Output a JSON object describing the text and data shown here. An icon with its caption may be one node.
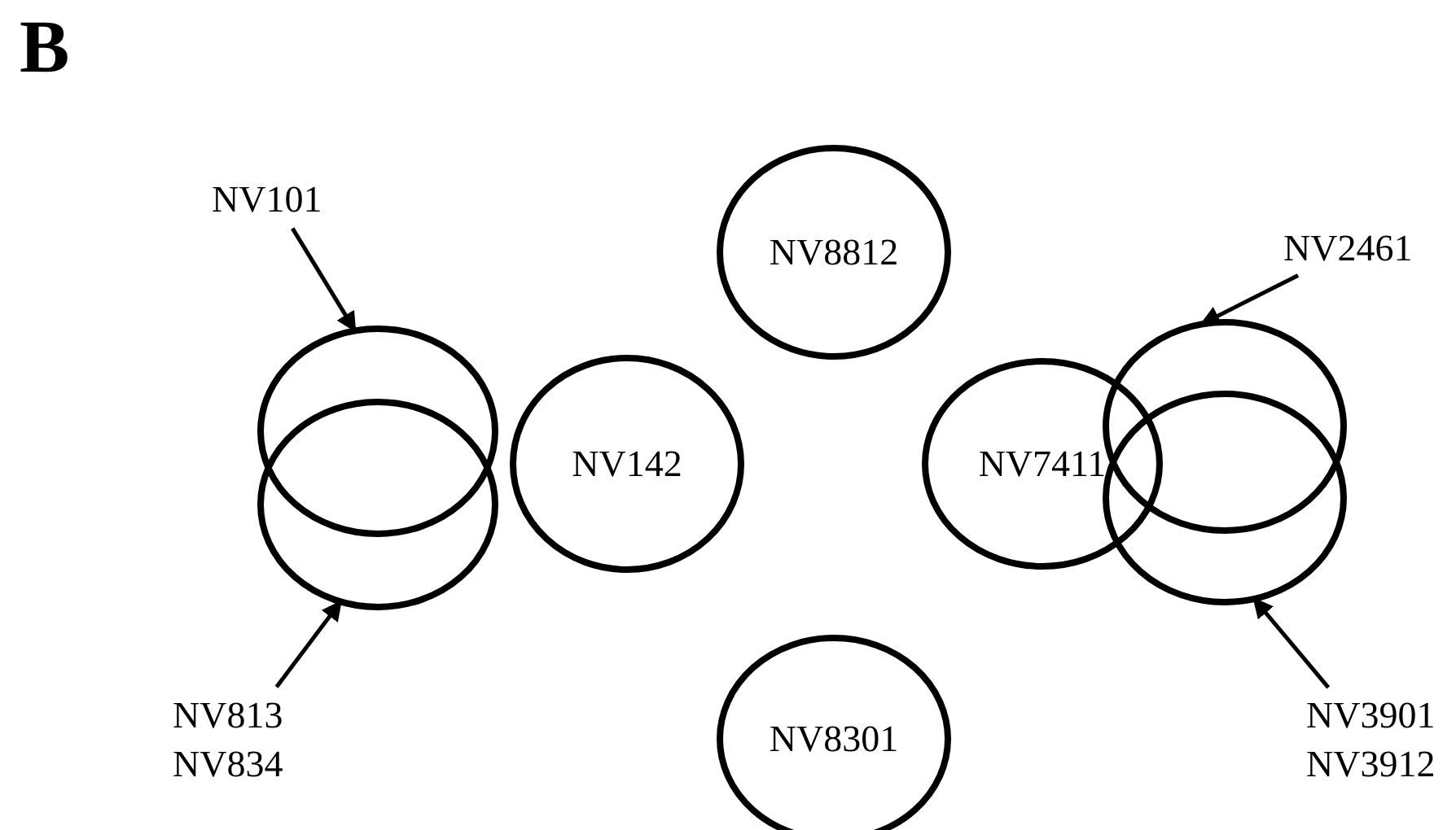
{
  "diagram": {
    "nodes": [
      {
        "text": [
          "NV101"
        ]
      },
      {
        "text": [],
        "shape": "circle"
      },
      {
        "text": [],
        "shape": "circle"
      },
      {
        "text": [
          "NV813 NV834"
        ]
      },
      {
        "text": [
          "NV142"
        ]
      },
      {
        "text": [
          "NV8812"
        ]
      },
      {
        "text": [
          "NV8301"
        ]
      },
      {
        "text": [
          "NV7411"
        ]
      },
      {
        "text": [
          "NV2461"
        ]
      },
      {
        "text": [],
        "shape": "circle"
      },
      {
        "text": [],
        "shape": "circle"
      },
      {
        "text": [
          "NV3901 NV3912"
        ]
      }
    ],
    "edges": [
      {
        "from": 0,
        "to": 1,
        "arrow": "to"
      },
      {
        "from": 3,
        "to": 2,
        "arrow": "to"
      },
      {
        "from": 8,
        "to": 9,
        "arrow": "to"
      },
      {
        "from": 11,
        "to": 10,
        "arrow": "to"
      }
    ],
    "labels": [
      "B"
    ]
  }
}
